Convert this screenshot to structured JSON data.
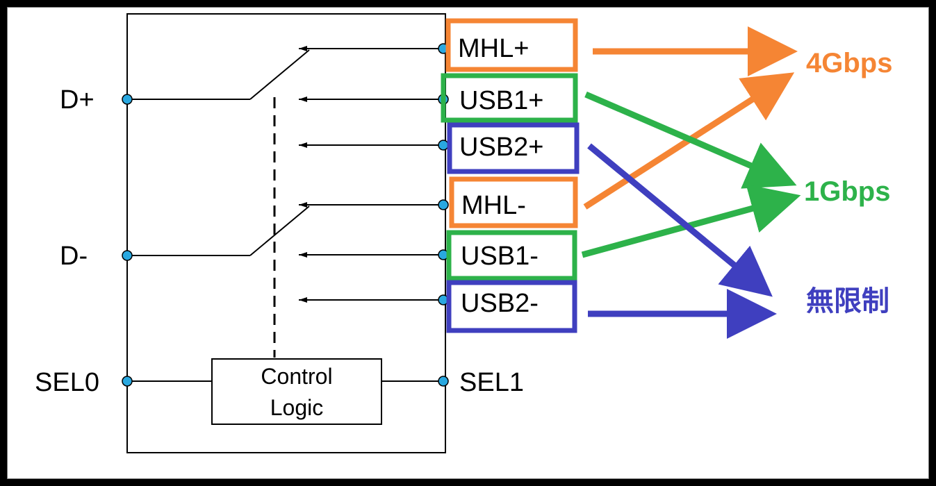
{
  "inputs": {
    "d_plus": "D+",
    "d_minus": "D-",
    "sel0": "SEL0",
    "sel1": "SEL1"
  },
  "control_logic": {
    "line1": "Control",
    "line2": "Logic"
  },
  "outputs": {
    "mhl_plus": "MHL+",
    "usb1_plus": "USB1+",
    "usb2_plus": "USB2+",
    "mhl_minus": "MHL-",
    "usb1_minus": "USB1-",
    "usb2_minus": "USB2-"
  },
  "rates": {
    "mhl": "4Gbps",
    "usb1": "1Gbps",
    "usb2": "無限制"
  },
  "colors": {
    "mhl": "#f58534",
    "usb1": "#2db24a",
    "usb2": "#3f3fbf",
    "pin": "#29a8e0"
  },
  "icons": {
    "pin": "circle-pin-icon",
    "arrow": "arrow-icon"
  }
}
